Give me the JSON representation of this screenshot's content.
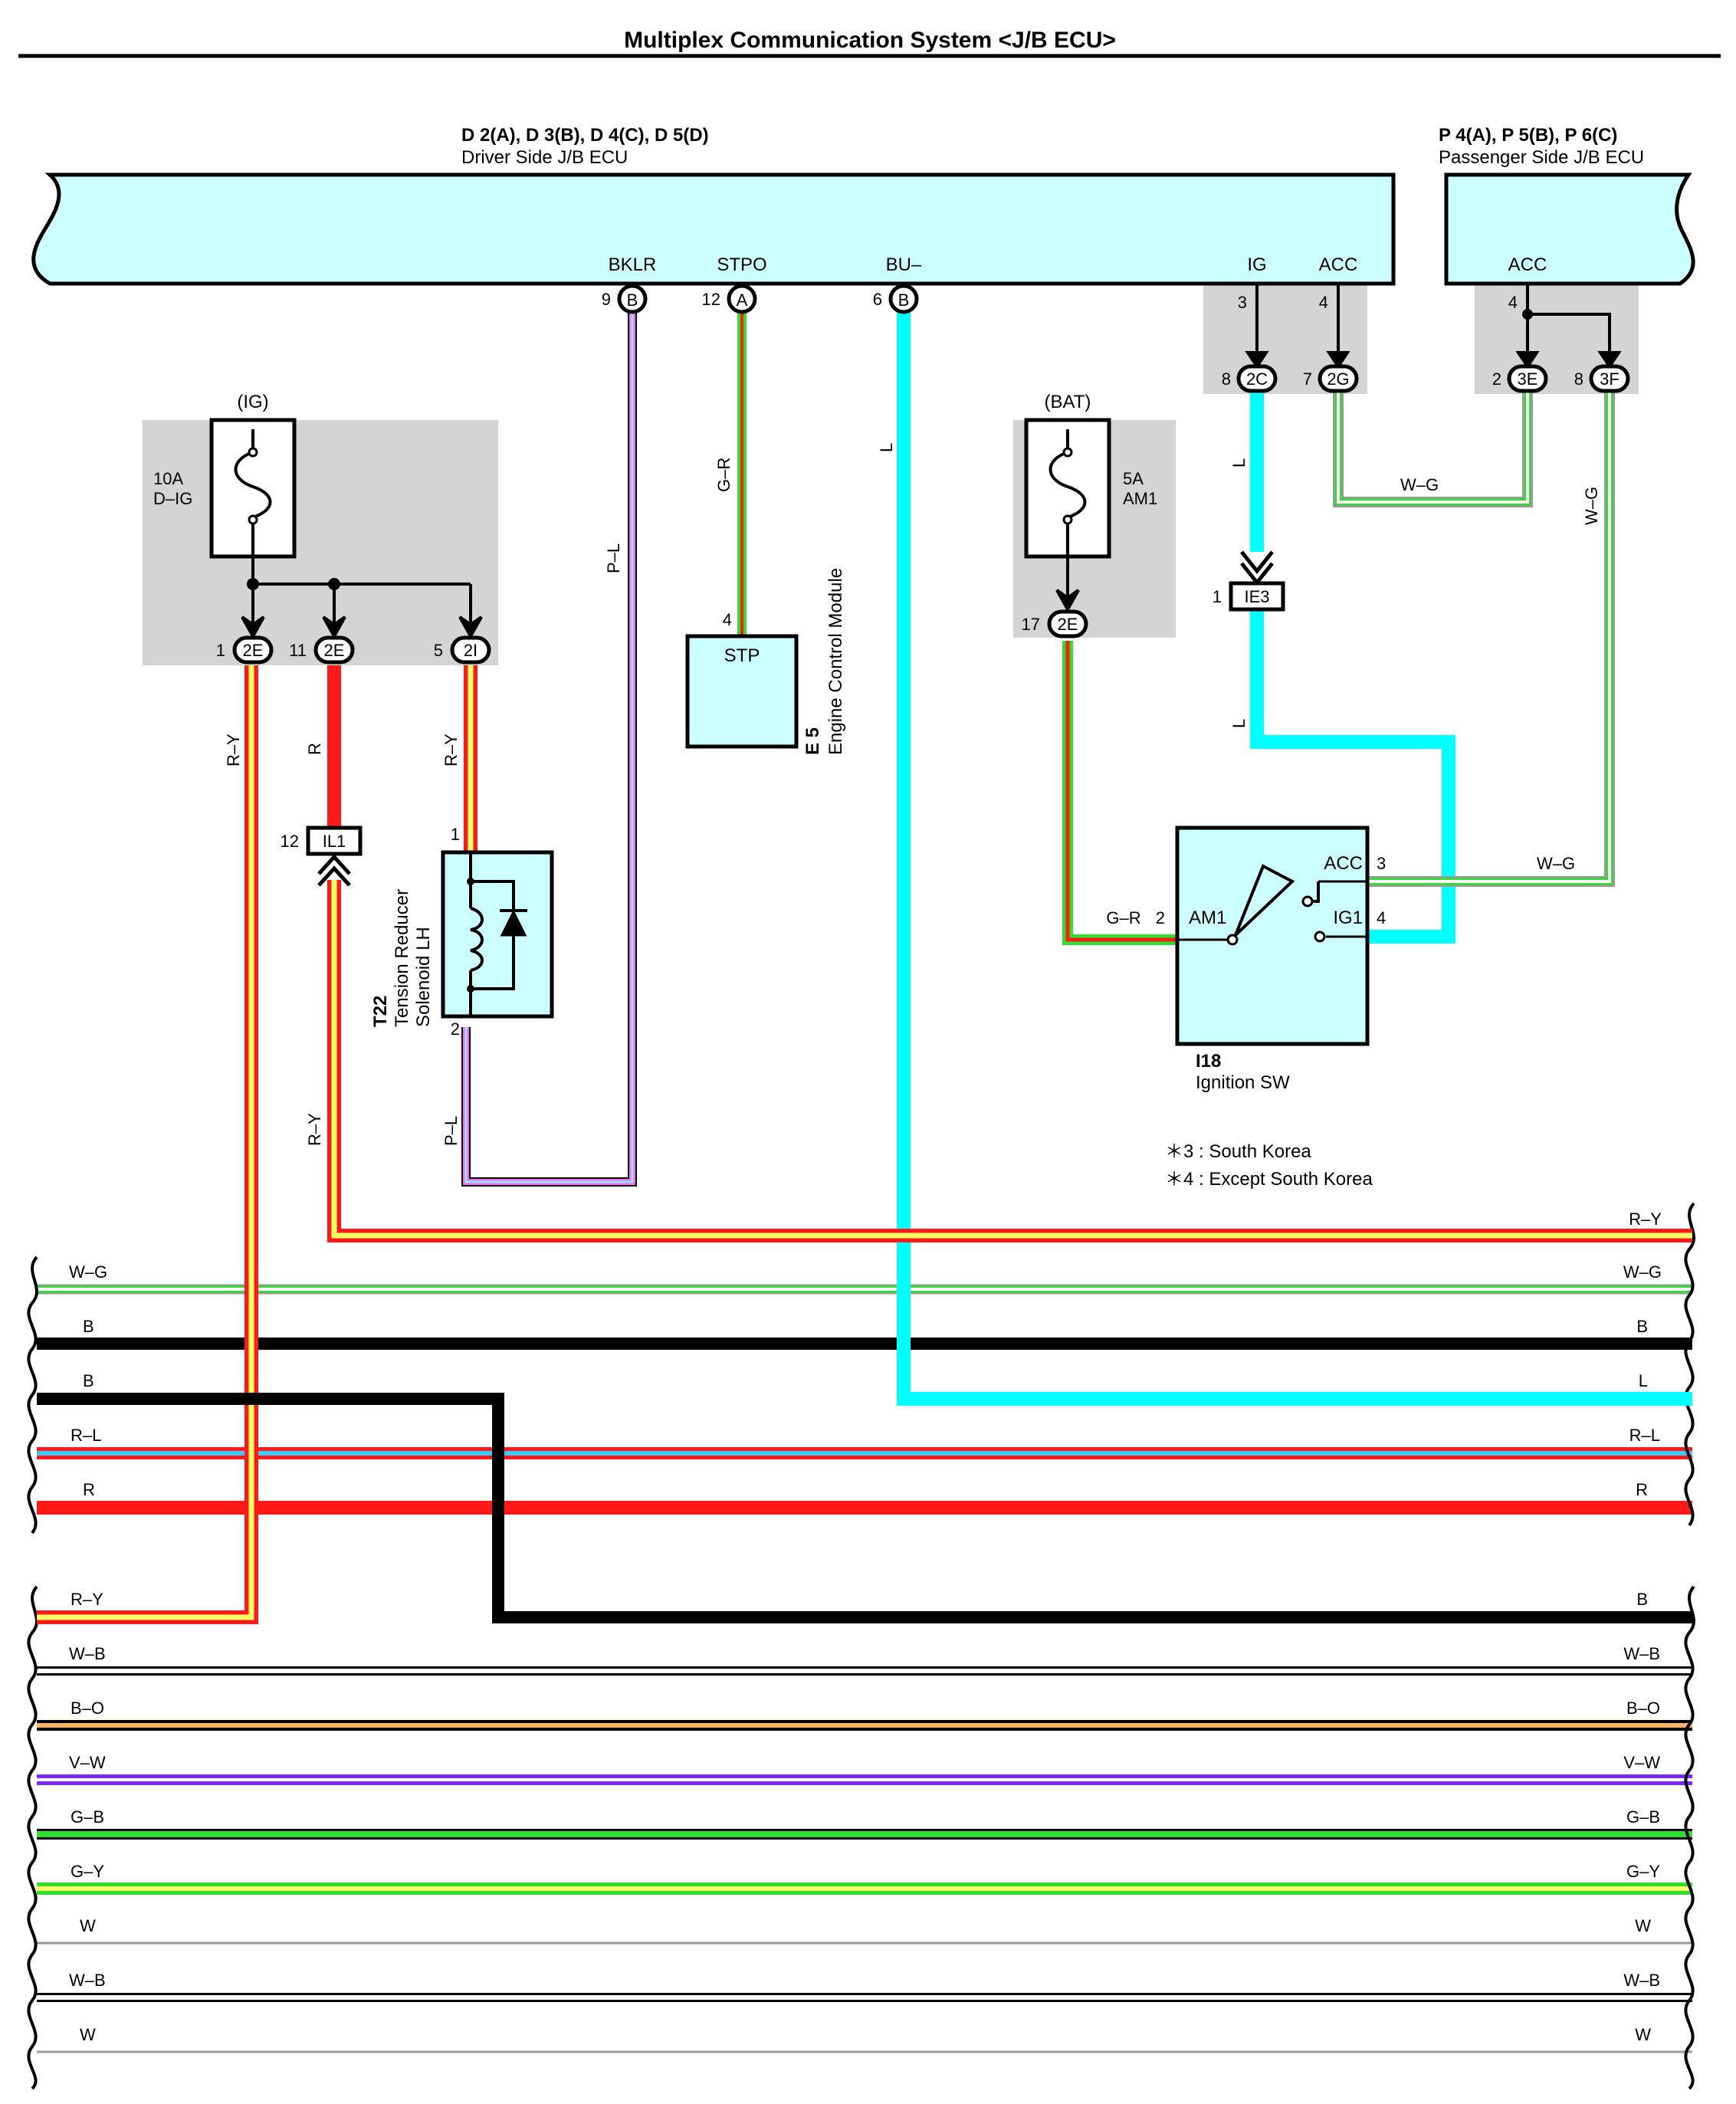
{
  "title": "Multiplex Communication System <J/B ECU>",
  "driver_ecu": {
    "connectors": "D 2(A), D 3(B), D 4(C), D 5(D)",
    "name": "Driver Side J/B ECU"
  },
  "passenger_ecu": {
    "connectors": "P 4(A), P 5(B), P 6(C)",
    "name": "Passenger Side J/B ECU"
  },
  "terminals": {
    "bklr": {
      "label": "BKLR",
      "pin": "9",
      "conn": "B"
    },
    "stpo": {
      "label": "STPO",
      "pin": "12",
      "conn": "A"
    },
    "bu": {
      "label": "BU–",
      "pin": "6",
      "conn": "B"
    },
    "ig": {
      "label": "IG",
      "pin": "3"
    },
    "acc": {
      "label": "ACC",
      "pin": "4"
    },
    "p_acc": {
      "label": "ACC",
      "pin": "4"
    }
  },
  "jb_conn": {
    "c2c": {
      "pin": "8",
      "conn": "2C"
    },
    "c2g": {
      "pin": "7",
      "conn": "2G"
    },
    "c3e": {
      "pin": "2",
      "conn": "3E"
    },
    "c3f": {
      "pin": "8",
      "conn": "3F"
    }
  },
  "fuse_ig": {
    "supply": "(IG)",
    "rating": "10A",
    "name": "D–IG"
  },
  "fuse_ig_outputs": [
    {
      "pin": "1",
      "conn": "2E"
    },
    {
      "pin": "11",
      "conn": "2E"
    },
    {
      "pin": "5",
      "conn": "2I"
    }
  ],
  "fuse_bat": {
    "supply": "(BAT)",
    "rating": "5A",
    "name": "AM1",
    "pin": "17",
    "conn": "2E"
  },
  "stp": {
    "pin": "4",
    "label": "STP",
    "code": "E 5",
    "name": "Engine Control Module"
  },
  "solenoid": {
    "pin_top": "1",
    "pin_bottom": "2",
    "code": "T22",
    "name1": "Tension Reducer",
    "name2": "Solenoid LH"
  },
  "il1": {
    "pin": "12",
    "label": "IL1"
  },
  "ie3": {
    "pin": "1",
    "label": "IE3"
  },
  "ign": {
    "code": "I18",
    "name": "Ignition SW",
    "am1": "AM1",
    "am1_pin": "2",
    "acc": "ACC",
    "acc_pin": "3",
    "ig1": "IG1",
    "ig1_pin": "4"
  },
  "notes": [
    "＊3 : South Korea",
    "＊4 : Except South Korea"
  ],
  "wire_labels": {
    "bklr": "P–L",
    "stpo": "G–R",
    "bu": "L",
    "ig_down": "L",
    "ie3_down": "L",
    "acc_wg": "W–G",
    "p3f_wg": "W–G",
    "ign_acc_wg": "W–G",
    "am1_gr": "G–R",
    "ry_1": "R–Y",
    "r_11": "R",
    "ry_5": "R–Y",
    "ry_il1": "R–Y",
    "pl_sol": "P–L"
  },
  "bus": [
    {
      "left": "",
      "right": "R–Y"
    },
    {
      "left": "W–G",
      "right": "W–G"
    },
    {
      "left": "B",
      "right": "B"
    },
    {
      "left": "B",
      "right": "L"
    },
    {
      "left": "R–L",
      "right": "R–L"
    },
    {
      "left": "R",
      "right": "R"
    },
    {
      "left": "R–Y",
      "right": "B"
    },
    {
      "left": "W–B",
      "right": "W–B"
    },
    {
      "left": "B–O",
      "right": "B–O"
    },
    {
      "left": "V–W",
      "right": "V–W"
    },
    {
      "left": "G–B",
      "right": "G–B"
    },
    {
      "left": "G–Y",
      "right": "G–Y"
    },
    {
      "left": "W",
      "right": "W"
    },
    {
      "left": "W–B",
      "right": "W–B"
    },
    {
      "left": "W",
      "right": "W"
    }
  ],
  "colors": {
    "ecu_fill": "#ccffff",
    "gray_box": "#d4d4d4",
    "red": "#ff1a1a",
    "yellow": "#ffff66",
    "green": "#2ee02e",
    "pink": "#ff66ff",
    "cyan": "#00ffff",
    "black": "#000000",
    "orange": "#ffb366",
    "violet": "#7a2aff",
    "gray": "#999999"
  }
}
